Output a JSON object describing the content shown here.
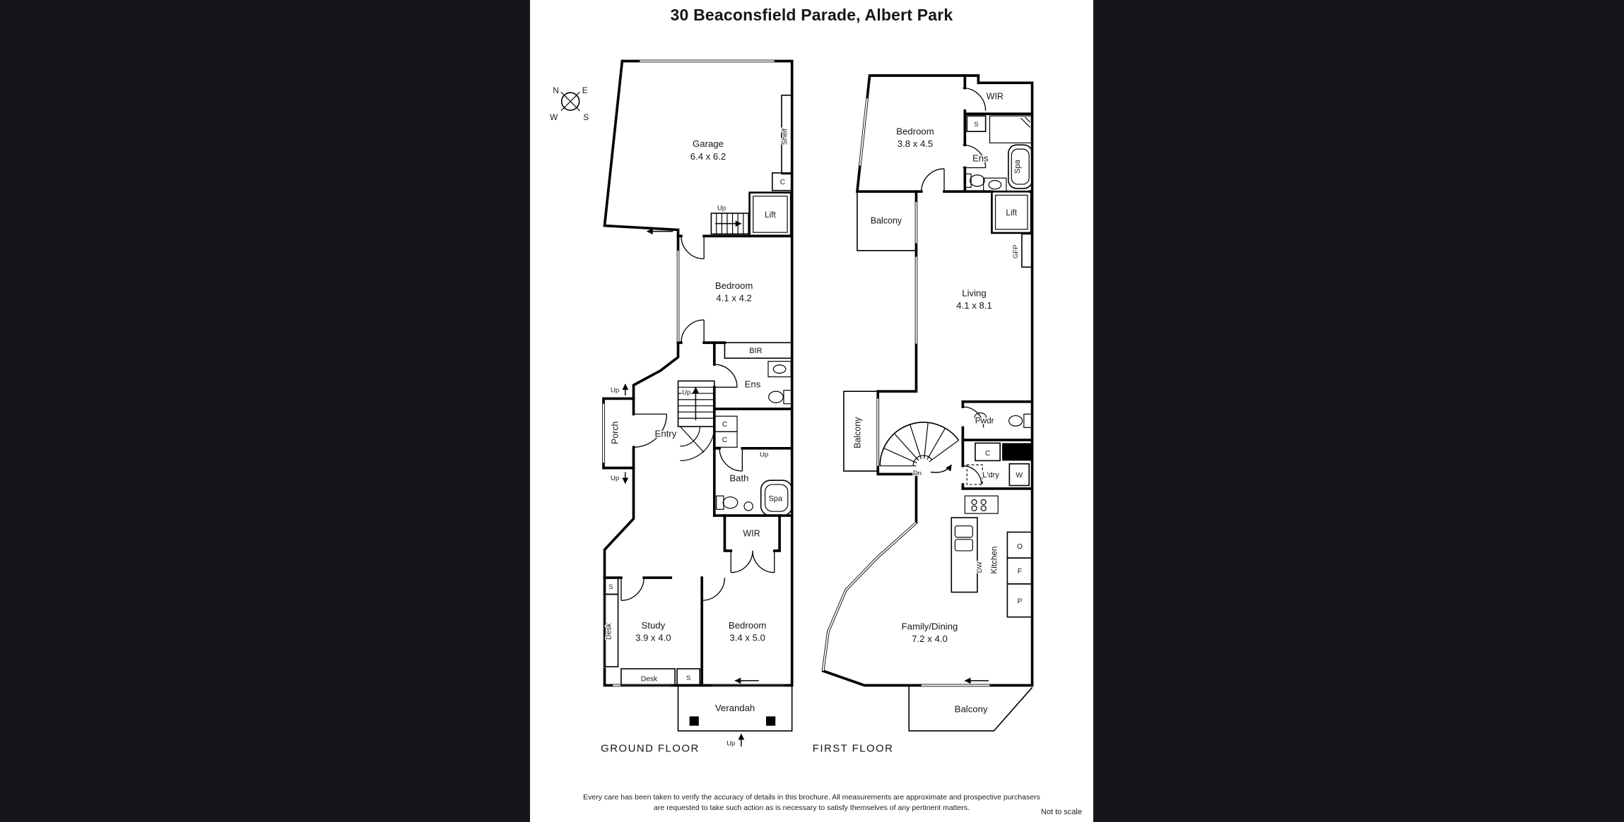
{
  "title": "30 Beaconsfield Parade, Albert Park",
  "compass": {
    "n": "N",
    "e": "E",
    "s": "S",
    "w": "W"
  },
  "ground_floor": {
    "name": "GROUND FLOOR",
    "rooms": {
      "garage": "Garage",
      "garage_dims": "6.4 x 6.2",
      "bedroom1": "Bedroom",
      "bedroom1_dims": "4.1 x 4.2",
      "ens": "Ens",
      "entry": "Entry",
      "porch": "Porch",
      "bath": "Bath",
      "spa": "Spa",
      "wir": "WIR",
      "study": "Study",
      "study_dims": "3.9 x 4.0",
      "bedroom2": "Bedroom",
      "bedroom2_dims": "3.4 x 5.0",
      "verandah": "Verandah"
    },
    "features": {
      "shelf": "Shelf",
      "lift": "Lift",
      "bir": "BIR",
      "c_garage": "C",
      "c_hall1": "C",
      "c_hall2": "C",
      "s_study_wall": "S",
      "desk_study_wall": "Desk",
      "desk_study_bottom": "Desk",
      "s_study_bottom": "S"
    },
    "markers": {
      "up_garage": "Up",
      "up_stairs": "Up",
      "up_porch_top": "Up",
      "up_porch_bottom": "Up",
      "up_bath": "Up",
      "up_verandah": "Up"
    }
  },
  "first_floor": {
    "name": "FIRST FLOOR",
    "rooms": {
      "wir": "WIR",
      "bedroom": "Bedroom",
      "bedroom_dims": "3.8 x 4.5",
      "ens": "Ens",
      "spa": "Spa",
      "balcony_top": "Balcony",
      "balcony_mid": "Balcony",
      "balcony_bottom": "Balcony",
      "living": "Living",
      "living_dims": "4.1 x 8.1",
      "pwdr": "Pwdr",
      "ldry": "L'dry",
      "kitchen": "Kitchen",
      "family": "Family/Dining",
      "family_dims": "7.2 x 4.0"
    },
    "features": {
      "s_ens": "S",
      "lift": "Lift",
      "gfp": "GFP",
      "c_hall": "C",
      "w_washer": "W",
      "dw": "DW",
      "oven": "O",
      "fridge": "F",
      "pantry": "P"
    },
    "markers": {
      "dn_stairs": "Dn"
    }
  },
  "footer": {
    "disclaimer_line1": "Every care has been taken to verify the accuracy of details in this brochure.  All measurements are approximate and prospective purchasers",
    "disclaimer_line2": "are requested to take such action as is necessary to satisfy themselves of any pertinent matters.",
    "scale_note": "Not to scale"
  },
  "colors": {
    "backdrop": "#14161b",
    "sheet": "#ffffff",
    "ink": "#000000"
  }
}
